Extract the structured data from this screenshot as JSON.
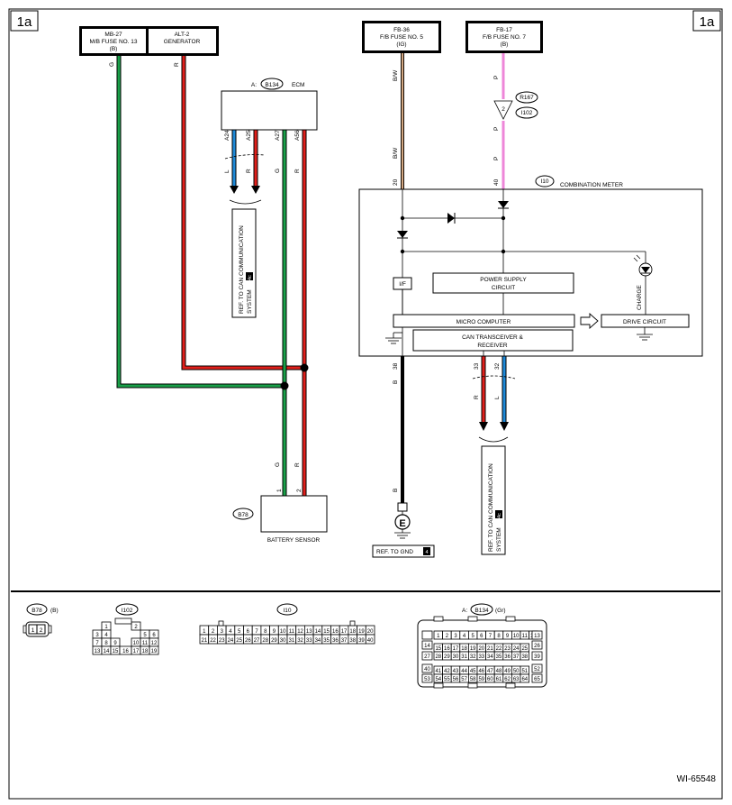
{
  "page": {
    "tag": "1a",
    "doc_id": "WI-65548"
  },
  "colors": {
    "green": "#1aa049",
    "red": "#e0201b",
    "blue": "#1e8ad9",
    "black": "#000000",
    "pink": "#ee86d8",
    "brown": "#b06a2c"
  },
  "fuses": {
    "mb27": {
      "line1": "MB-27",
      "line2": "M/B FUSE NO. 13",
      "line3": "(B)"
    },
    "alt2": {
      "line1": "ALT-2",
      "line2": "GENERATOR"
    },
    "fb36": {
      "line1": "FB-36",
      "line2": "F/B FUSE NO. 5",
      "line3": "(IG)"
    },
    "fb17": {
      "line1": "FB-17",
      "line2": "F/B FUSE NO. 7",
      "line3": "(B)"
    }
  },
  "ecm": {
    "prefix": "A:",
    "code": "B134",
    "label": "ECM",
    "pins": {
      "a24": "A24",
      "a25": "A25",
      "a27": "A27",
      "a56": "A56"
    }
  },
  "wire_colors": {
    "g": "G",
    "r": "R",
    "l": "L",
    "b": "B",
    "bw": "B/W",
    "p": "P"
  },
  "ref_can": {
    "text": "REF. TO CAN COMMUNICATION",
    "system": "SYSTEM",
    "badge": "4c"
  },
  "battery_sensor": {
    "code": "B78",
    "label": "BATTERY SENSOR",
    "pin1": "1",
    "pin2": "2"
  },
  "combination_meter": {
    "code": "I10",
    "label": "COMBINATION METER",
    "pin20": "20",
    "pin40": "40",
    "pin38": "38",
    "pin33": "33",
    "pin32": "32",
    "if_label": "I/F",
    "power_line1": "POWER SUPPLY",
    "power_line2": "CIRCUIT",
    "micro": "MICRO COMPUTER",
    "drive": "DRIVE CIRCUIT",
    "can_line1": "CAN TRANSCEIVER &",
    "can_line2": "RECEIVER",
    "charge": "CHARGE"
  },
  "relay_connector": {
    "r167": "R167",
    "i102": "I102",
    "pin": "2"
  },
  "ground": {
    "symbol": "E",
    "ref_text": "REF. TO GND",
    "badge": "4"
  },
  "connectors": {
    "b78": {
      "code": "B78",
      "suffix": "(B)",
      "pins": [
        "1",
        "2"
      ]
    },
    "i102": {
      "code": "I102",
      "rows": [
        [
          "1",
          "2"
        ],
        [
          "3",
          "4",
          "5",
          "6"
        ],
        [
          "7",
          "8",
          "9",
          "10",
          "11",
          "12"
        ],
        [
          "13",
          "14",
          "15",
          "16",
          "17",
          "18",
          "19"
        ]
      ]
    },
    "i10": {
      "code": "I10"
    },
    "b134": {
      "prefix": "A:",
      "code": "B134",
      "suffix": "(Gr)"
    }
  }
}
